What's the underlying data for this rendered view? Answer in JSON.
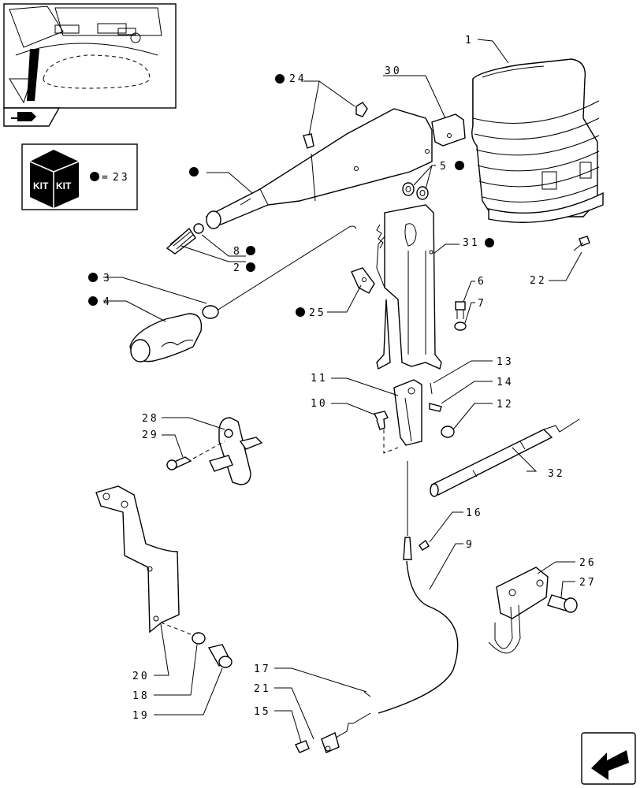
{
  "diagram": {
    "kit_label": "KIT",
    "kit_eq_symbol": "=",
    "kit_ref": "23",
    "callouts": {
      "c1": "1",
      "c2": "2",
      "c3": "3",
      "c4": "4",
      "c5": "5",
      "c6": "6",
      "c7": "7",
      "c8": "8",
      "c9": "9",
      "c10": "10",
      "c11": "11",
      "c12": "12",
      "c13": "13",
      "c14": "14",
      "c15": "15",
      "c16": "16",
      "c17": "17",
      "c18": "18",
      "c19": "19",
      "c20": "20",
      "c21": "21",
      "c22": "22",
      "c24": "24",
      "c25": "25",
      "c26": "26",
      "c27": "27",
      "c28": "28",
      "c29": "29",
      "c30": "30",
      "c31": "31",
      "c32": "32"
    }
  }
}
